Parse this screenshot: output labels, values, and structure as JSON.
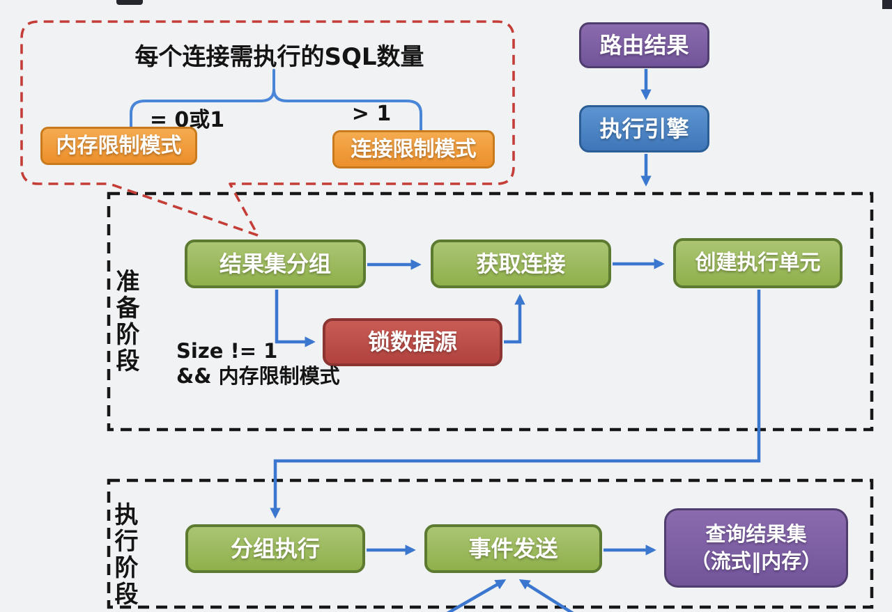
{
  "callout": {
    "title": "每个连接需执行的SQL数量",
    "branches": [
      {
        "condition": "= 0或1",
        "label": "内存限制模式"
      },
      {
        "condition": "> 1",
        "label": "连接限制模式"
      }
    ]
  },
  "top_flow": {
    "route_result": "路由结果",
    "exec_engine": "执行引擎"
  },
  "stage_prepare": {
    "stage_label": "准备阶段",
    "nodes": {
      "group_results": "结果集分组",
      "acquire_connection": "获取连接",
      "create_exec_unit": "创建执行单元",
      "lock_datasource": "锁数据源"
    },
    "annotation": {
      "line1": "Size != 1",
      "line2": "&& 内存限制模式"
    }
  },
  "stage_execute": {
    "stage_label": "执行阶段",
    "nodes": {
      "group_exec": "分组执行",
      "event_send": "事件发送",
      "result_line1": "查询结果集",
      "result_line2": "（流式‖内存）"
    }
  },
  "colors": {
    "background": "#f1f2f4",
    "green_node": "#9bbb59",
    "green_border": "#5c7a30",
    "orange_node": "#ef9a3d",
    "orange_border": "#c87a1d",
    "purple_node": "#7a5ba3",
    "purple_border": "#4f3d6e",
    "blue_node": "#4a82c4",
    "blue_border": "#2c5e96",
    "red_node": "#bf4b47",
    "red_border": "#8b3431",
    "connector_blue": "#3b77cf",
    "callout_red": "#c43d37",
    "stage_dash_black": "#171717",
    "text_black": "#141414"
  }
}
